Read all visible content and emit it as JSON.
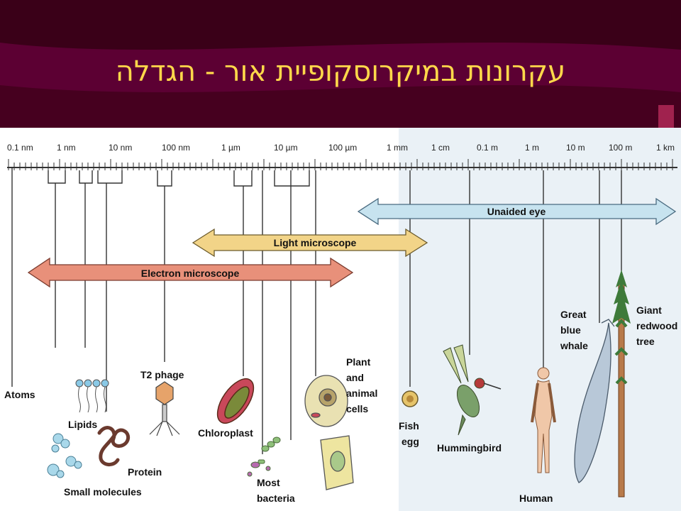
{
  "slide": {
    "title": "עקרונות במיקרוסקופיית אור - הגדלה",
    "colors": {
      "background": "#3a0018",
      "band": "#5c0033",
      "title": "#ffd84a",
      "figure_left": "#ffffff",
      "figure_right": "#eaf1f6"
    }
  },
  "scale": {
    "ticks": [
      "0.1 nm",
      "1 nm",
      "10 nm",
      "100 nm",
      "1 µm",
      "10 µm",
      "100 µm",
      "1 mm",
      "1 cm",
      "0.1 m",
      "1 m",
      "10 m",
      "100 m",
      "1 km"
    ],
    "range_labels": {
      "electron": "Electron microscope",
      "light": "Light microscope",
      "eye": "Unaided eye"
    },
    "range_colors": {
      "electron": "#e8907a",
      "light": "#f2d488",
      "eye": "#c7e3ef"
    }
  },
  "objects": {
    "atoms": "Atoms",
    "lipids": "Lipids",
    "small_molecules": "Small molecules",
    "protein": "Protein",
    "t2_phage": "T2 phage",
    "chloroplast": "Chloroplast",
    "most_bacteria": [
      "Most",
      "bacteria"
    ],
    "cells": [
      "Plant",
      "and",
      "animal",
      "cells"
    ],
    "fish_egg": [
      "Fish",
      "egg"
    ],
    "hummingbird": "Hummingbird",
    "human": "Human",
    "whale": [
      "Great",
      "blue",
      "whale"
    ],
    "redwood": [
      "Giant",
      "redwood",
      "tree"
    ]
  }
}
